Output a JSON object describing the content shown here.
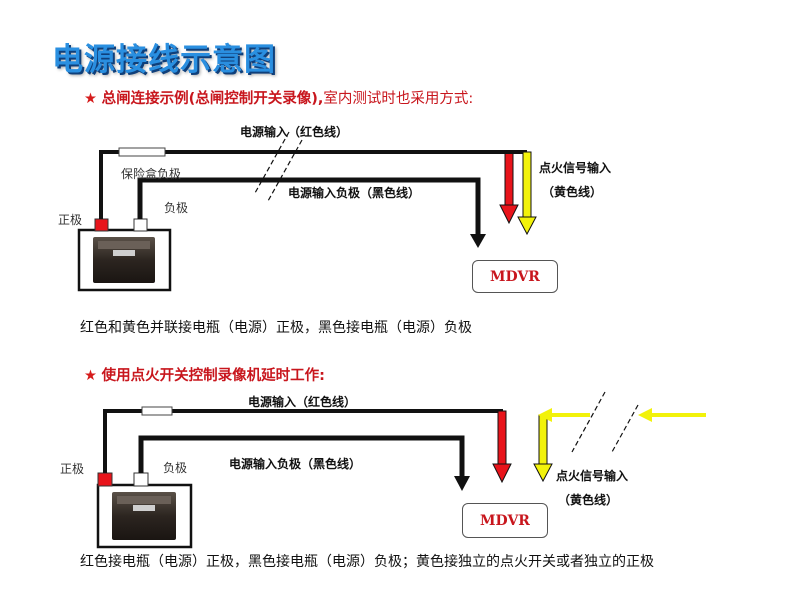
{
  "title": "电源接线示意图",
  "section1": {
    "star": "★",
    "heading_bold": "总闸连接示例(总闸控制开关录像),",
    "heading_rest": "室内测试时也采用方式:",
    "label_power_in": "电源输入（红色线）",
    "label_neg_in": "电源输入负极（黑色线）",
    "label_fuse": "保险盒负极",
    "label_neg": "负极",
    "label_pos": "正极",
    "label_ignition": "点火信号输入",
    "label_yellow": "（黄色线）",
    "mdvr": "MDVR",
    "note": "红色和黄色并联接电瓶（电源）正极，黑色接电瓶（电源）负极"
  },
  "section2": {
    "star": "★",
    "heading_bold": "使用点火开关控制录像机延时工作:",
    "label_power_in": "电源输入（红色线）",
    "label_neg_in": "电源输入负极（黑色线）",
    "label_neg": "负极",
    "label_pos": "正极",
    "label_ignition": "点火信号输入",
    "label_yellow": "（黄色线）",
    "mdvr": "MDVR",
    "note": "红色接电瓶（电源）正极，黑色接电瓶（电源）负极；黄色接独立的点火开关或者独立的正极"
  },
  "colors": {
    "title": "#2a8fe0",
    "heading": "#c8161d",
    "red_wire": "#e8141b",
    "yellow_wire": "#f2f20a",
    "black_wire": "#111111"
  }
}
